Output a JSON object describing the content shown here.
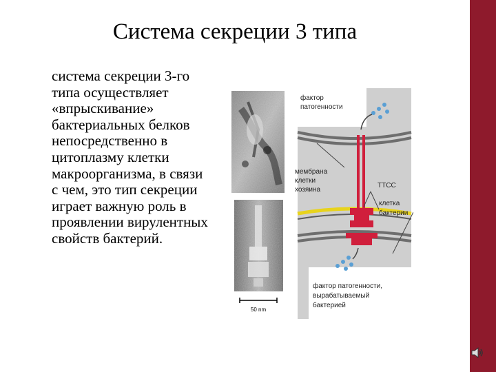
{
  "slide": {
    "title": "Система секреции 3 типа",
    "text": "система секреции 3-го типа осуществляет «впрыскивание» бактериальных белков непосредственно в цитоплазму клетки макроорганизма, в связи с чем, это тип секреции играет важную роль в проявлении вирулентных свойств бактерий."
  },
  "figure": {
    "label_factor_top": [
      "фактор",
      "патогенности"
    ],
    "label_membrane": [
      "мембрана",
      "клетки",
      "хозяина"
    ],
    "label_ttss": "ТТСС",
    "label_bacterium": [
      "клетка",
      "бактерии"
    ],
    "label_factor_bottom": [
      "фактор патогенности,",
      "вырабатываемый",
      "бактерией"
    ],
    "scale_label": "50 nm"
  },
  "colors": {
    "side_bar": "#8e1a2c",
    "ttss_red": "#d01f3c",
    "membrane_grey": "#6e6e6e",
    "bacterial_yellow": "#e8d31c",
    "dot_blue": "#5a9fd4"
  },
  "icons": {
    "speaker": "speaker-icon"
  }
}
